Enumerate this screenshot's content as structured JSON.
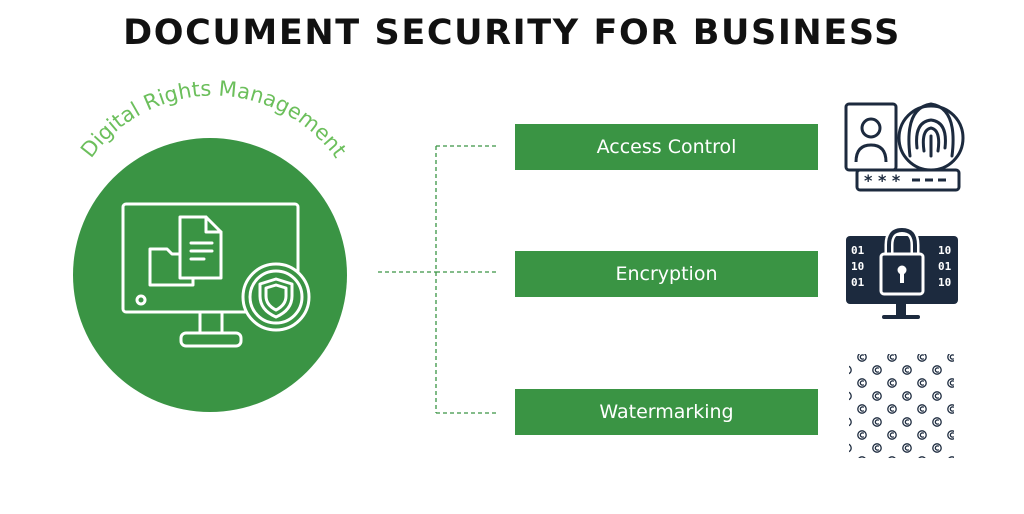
{
  "title": "DOCUMENT SECURITY FOR BUSINESS",
  "center": {
    "label": "Digital Rights Management",
    "icon": "monitor-documents-shield-icon"
  },
  "items": [
    {
      "label": "Access Control",
      "icon": "fingerprint-password-icon"
    },
    {
      "label": "Encryption",
      "icon": "monitor-padlock-binary-icon"
    },
    {
      "label": "Watermarking",
      "icon": "copyright-pattern-icon"
    }
  ],
  "colors": {
    "accent": "#3a9444",
    "arc_text": "#6cbf5c",
    "title": "#111111",
    "icon_dark": "#1c2a3e"
  }
}
